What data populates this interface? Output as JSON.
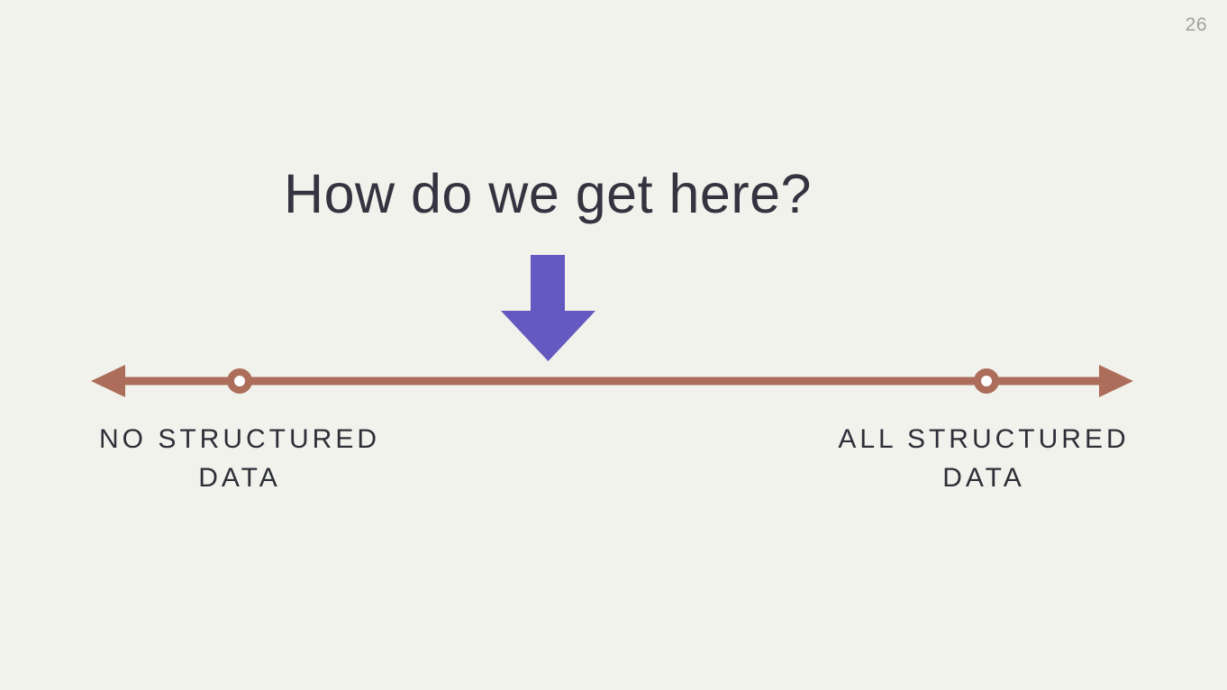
{
  "slide": {
    "page_number": "26",
    "title": "How do we get here?"
  },
  "diagram": {
    "type": "spectrum-axis",
    "pointer": "down-arrow",
    "left_label": "NO STRUCTURED\nDATA",
    "right_label": "ALL STRUCTURED\nDATA",
    "markers": [
      {
        "name": "left-marker",
        "position": "near left end"
      },
      {
        "name": "right-marker",
        "position": "near right end"
      }
    ]
  },
  "colors": {
    "background": "#f1f2eb",
    "title_color": "#343441",
    "label_color": "#2d2f38",
    "page_number_color": "#a2a29e",
    "arrow_purple": "#6459c0",
    "line_terracotta": "#ad6d5b",
    "circle_hole": "#ffffff"
  }
}
